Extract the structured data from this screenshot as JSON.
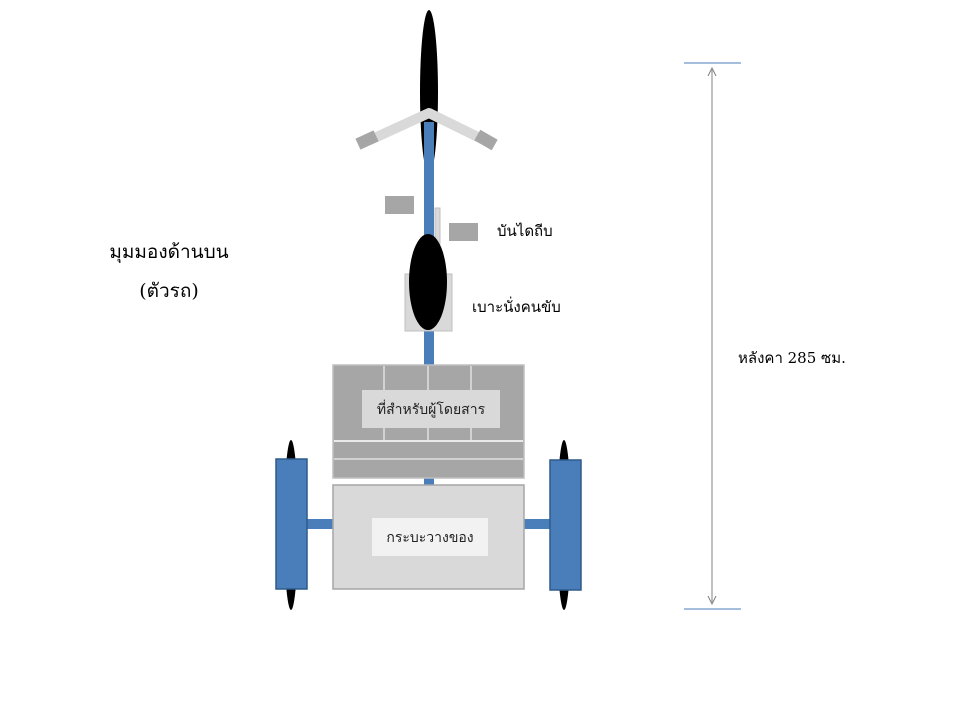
{
  "view_title": {
    "line1": "มุมมองด้านบน",
    "line2": "(ตัวรถ)"
  },
  "labels": {
    "footrest": "บันไดถีบ",
    "driver_seat": "เบาะนั่งคนขับ",
    "passenger_area": "ที่สำหรับผู้โดยสาร",
    "cargo_tray": "กระบะวางของ",
    "length": "หลังคา 285 ซม."
  },
  "colors": {
    "frame": "#4a7ebb",
    "wheel_black": "#000000",
    "passenger_fill": "#a6a6a6",
    "cargo_fill": "#d9d9d9",
    "label_box": "#d9d9d9",
    "dimension_line": "#808080",
    "dimension_tick": "#4a7ebb"
  }
}
